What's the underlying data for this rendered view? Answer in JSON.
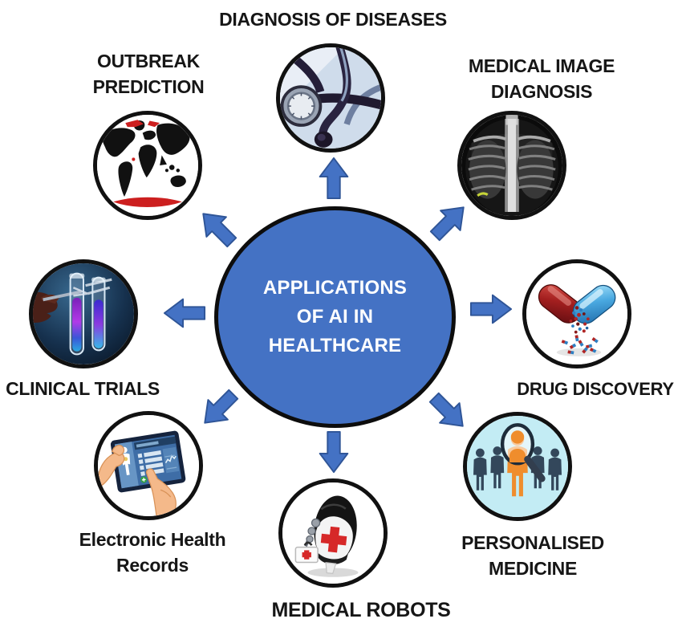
{
  "center": {
    "label": "APPLICATIONS\nOF AI IN\nHEALTHCARE"
  },
  "nodes": [
    {
      "id": "diagnosis-of-diseases",
      "label": "DIAGNOSIS OF DISEASES",
      "icon": "stethoscope-icon"
    },
    {
      "id": "outbreak-prediction",
      "label": "OUTBREAK\nPREDICTION",
      "icon": "world-map-icon"
    },
    {
      "id": "medical-image-diagnosis",
      "label": "MEDICAL IMAGE\nDIAGNOSIS",
      "icon": "chest-xray-icon"
    },
    {
      "id": "clinical-trials",
      "label": "CLINICAL TRIALS",
      "icon": "test-tubes-icon"
    },
    {
      "id": "drug-discovery",
      "label": "DRUG DISCOVERY",
      "icon": "capsule-icon"
    },
    {
      "id": "electronic-health-records",
      "label": "Electronic Health\nRecords",
      "icon": "tablet-hands-icon"
    },
    {
      "id": "medical-robots",
      "label": "MEDICAL ROBOTS",
      "icon": "medical-robot-icon"
    },
    {
      "id": "personalised-medicine",
      "label": "PERSONALISED\nMEDICINE",
      "icon": "people-magnifier-icon"
    }
  ],
  "colors": {
    "accent_blue": "#4472c4",
    "arrow_border": "#2f5597",
    "node_border": "#111111",
    "label_text": "#161616",
    "center_text": "#ffffff",
    "background": "#ffffff"
  }
}
